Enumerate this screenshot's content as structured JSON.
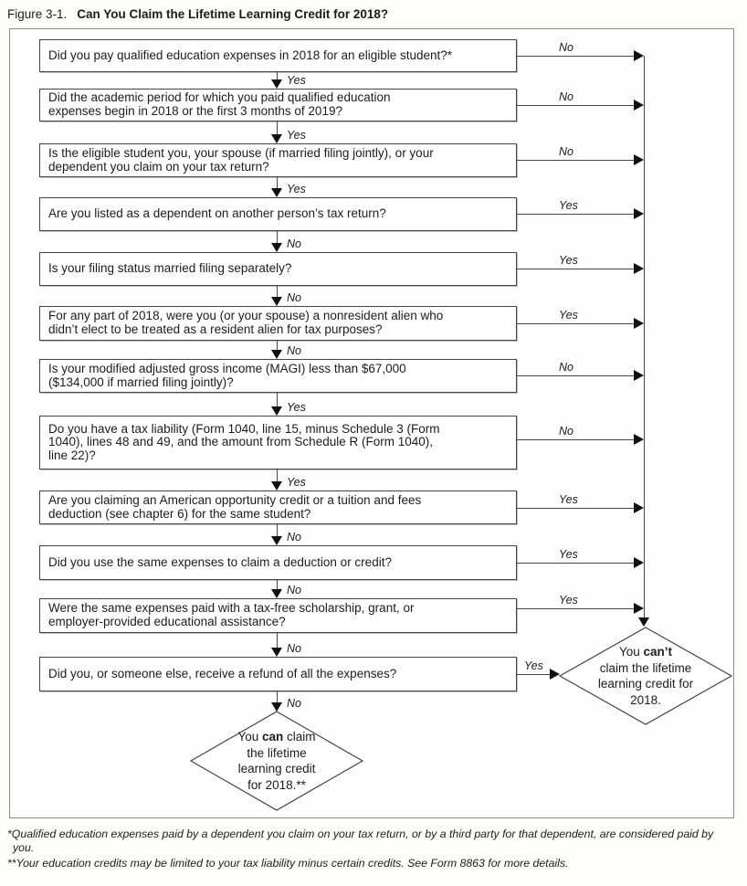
{
  "figure": {
    "label": "Figure 3-1.",
    "title": "Can You Claim the Lifetime Learning Credit for 2018?"
  },
  "flow": {
    "steps": [
      {
        "question": "Did you pay qualified education expenses in 2018 for an eligible student?*",
        "right_label": "No",
        "down_label": "Yes"
      },
      {
        "question": "Did the academic period for which you paid qualified education\nexpenses begin in 2018 or the first 3 months of 2019?",
        "right_label": "No",
        "down_label": "Yes"
      },
      {
        "question": "Is the eligible student you, your spouse (if married filing jointly), or your\ndependent you claim on your tax return?",
        "right_label": "No",
        "down_label": "Yes"
      },
      {
        "question": "Are you listed as a dependent on another person’s tax return?",
        "right_label": "Yes",
        "down_label": "No"
      },
      {
        "question": "Is your filing status married filing separately?",
        "right_label": "Yes",
        "down_label": "No"
      },
      {
        "question": "For any part of 2018, were you (or your spouse) a nonresident alien who\ndidn’t elect to be treated as a resident alien for tax purposes?",
        "right_label": "Yes",
        "down_label": "No"
      },
      {
        "question": "Is your modified adjusted gross income (MAGI) less than $67,000\n($134,000 if married filing jointly)?",
        "right_label": "No",
        "down_label": "Yes"
      },
      {
        "question": "Do you have a tax liability (Form 1040, line 15, minus Schedule 3 (Form\n1040), lines 48 and 49, and the amount from Schedule R (Form 1040),\nline 22)?",
        "right_label": "No",
        "down_label": "Yes"
      },
      {
        "question": "Are you claiming an American opportunity credit or a tuition and fees\ndeduction (see chapter 6) for the same student?",
        "right_label": "Yes",
        "down_label": "No"
      },
      {
        "question": "Did you use the same expenses to claim a deduction or credit?",
        "right_label": "Yes",
        "down_label": "No"
      },
      {
        "question": "Were the same expenses paid with a tax-free scholarship, grant, or\nemployer-provided educational assistance?",
        "right_label": "Yes",
        "down_label": "No"
      },
      {
        "question": "Did you, or someone else, receive a refund of all the expenses?",
        "right_label": "Yes",
        "down_label": "No"
      }
    ],
    "result_cant": {
      "pre": "You ",
      "bold": "can’t",
      "post": "\nclaim the lifetime\nlearning credit for\n2018."
    },
    "result_can": {
      "pre": "You ",
      "bold": "can",
      "post": " claim\nthe lifetime\nlearning credit\nfor 2018.**"
    }
  },
  "footnotes": [
    "*Qualified education expenses paid by a dependent you claim on your tax return, or by a third party for that dependent, are considered paid by\nyou.",
    "**Your education credits may be limited to your tax liability minus certain credits. See Form 8863 for more details."
  ],
  "colors": {
    "ink": "#1c1c1c",
    "line": "#474747",
    "box_border": "#454545",
    "outer_border": "#8c8c8c",
    "background": "#fdfdfb"
  }
}
